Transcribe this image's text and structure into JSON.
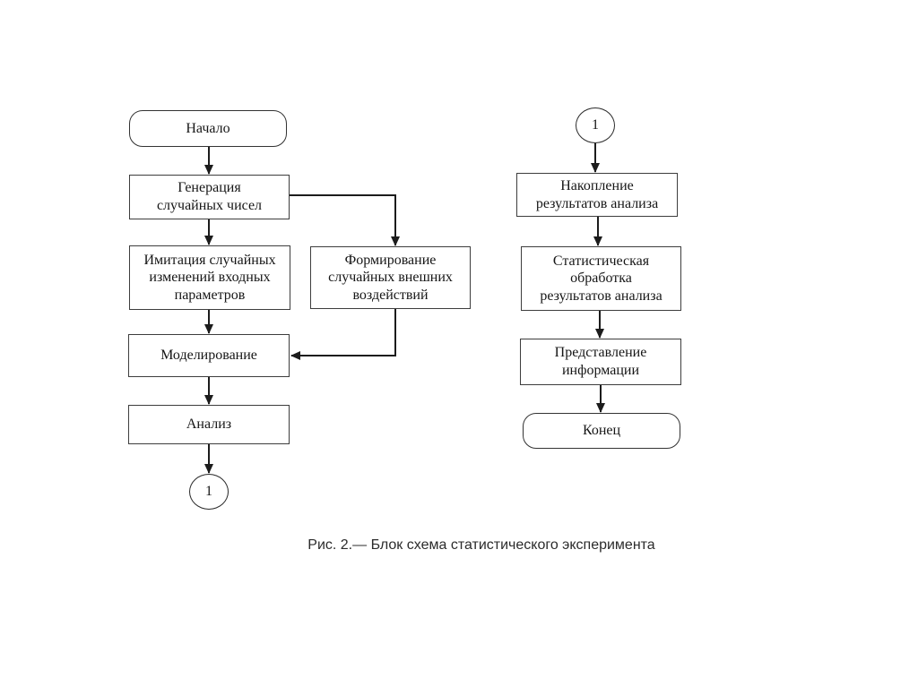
{
  "diagram": {
    "caption": "Рис. 2.— Блок схема статистического эксперимента",
    "colors": {
      "background": "#ffffff",
      "box_border": "#3d3d3d",
      "arrow_line": "#1c1c1c",
      "text": "#161616"
    },
    "nodes": {
      "start": {
        "type": "terminator",
        "label": "Начало"
      },
      "generate": {
        "type": "process",
        "label": "Генерация\nслучайных чисел"
      },
      "imitate": {
        "type": "process",
        "label": "Имитация случайных\nизменений входных\nпараметров"
      },
      "form": {
        "type": "process",
        "label": "Формирование\nслучайных внешних\nвоздействий"
      },
      "model": {
        "type": "process",
        "label": "Моделирование"
      },
      "analysis": {
        "type": "process",
        "label": "Анализ"
      },
      "conn_left": {
        "type": "off-page-connector",
        "label": "1"
      },
      "conn_right": {
        "type": "off-page-connector",
        "label": "1"
      },
      "accumulate": {
        "type": "process",
        "label": "Накопление\nрезультатов анализа"
      },
      "statistical": {
        "type": "process",
        "label": "Статистическая\nобработка\nрезультатов анализа"
      },
      "present": {
        "type": "process",
        "label": "Представление\nинформации"
      },
      "end": {
        "type": "terminator",
        "label": "Конец"
      }
    },
    "edges": [
      {
        "from": "start",
        "to": "generate"
      },
      {
        "from": "generate",
        "to": "imitate"
      },
      {
        "from": "generate",
        "to": "form"
      },
      {
        "from": "imitate",
        "to": "model"
      },
      {
        "from": "form",
        "to": "model"
      },
      {
        "from": "model",
        "to": "analysis"
      },
      {
        "from": "analysis",
        "to": "conn_left"
      },
      {
        "from": "conn_right",
        "to": "accumulate"
      },
      {
        "from": "accumulate",
        "to": "statistical"
      },
      {
        "from": "statistical",
        "to": "present"
      },
      {
        "from": "present",
        "to": "end"
      }
    ]
  }
}
